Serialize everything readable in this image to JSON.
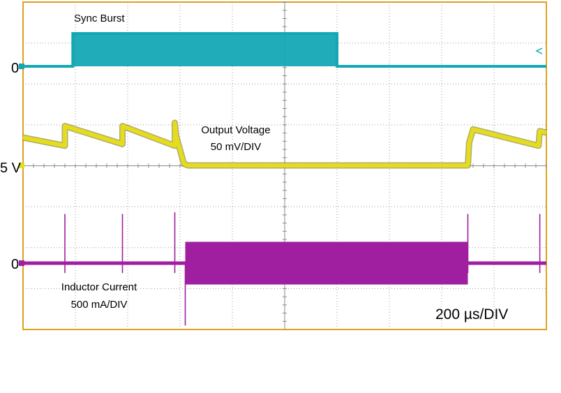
{
  "chart_data": {
    "type": "line",
    "title": "",
    "timebase_label": "200 µs/DIV",
    "x_divisions": 10,
    "y_divisions": 8,
    "x_unit": "µs",
    "x_per_div": 200,
    "x_range": [
      0,
      2000
    ],
    "grid": true,
    "series": [
      {
        "name": "Sync Burst",
        "ground_label": "0",
        "color": "#14a8b4",
        "description_label": "",
        "scale_label": "",
        "unit": "div",
        "x": [
          0,
          190,
          190,
          1200,
          1200,
          2000
        ],
        "y": [
          0,
          0,
          1.0,
          1.0,
          0,
          0
        ]
      },
      {
        "name": "Output Voltage",
        "ground_label": "5 V",
        "color": "#e6dc1e",
        "scale_label": "50 mV/DIV",
        "unit": "div",
        "x": [
          0,
          160,
          160,
          380,
          380,
          580,
          580,
          585,
          615,
          630,
          1700,
          1705,
          1720,
          1970,
          1975,
          2000
        ],
        "y": [
          0.85,
          0.6,
          1.2,
          0.65,
          1.2,
          0.6,
          1.3,
          0.9,
          0.05,
          0,
          0,
          0.7,
          1.1,
          0.6,
          1.05,
          1.0
        ]
      },
      {
        "name": "Inductor Current",
        "ground_label": "0",
        "color": "#a01ea0",
        "scale_label": "500 mA/DIV",
        "unit": "div",
        "x": [
          0,
          620,
          620,
          1700,
          1700,
          2000
        ],
        "y": [
          0,
          0,
          0.65,
          0.65,
          0,
          0
        ],
        "y_lower": [
          0,
          0,
          -0.65,
          -0.65,
          0,
          0
        ],
        "spikes_x": [
          160,
          380,
          580,
          1700,
          1975
        ]
      }
    ]
  }
}
